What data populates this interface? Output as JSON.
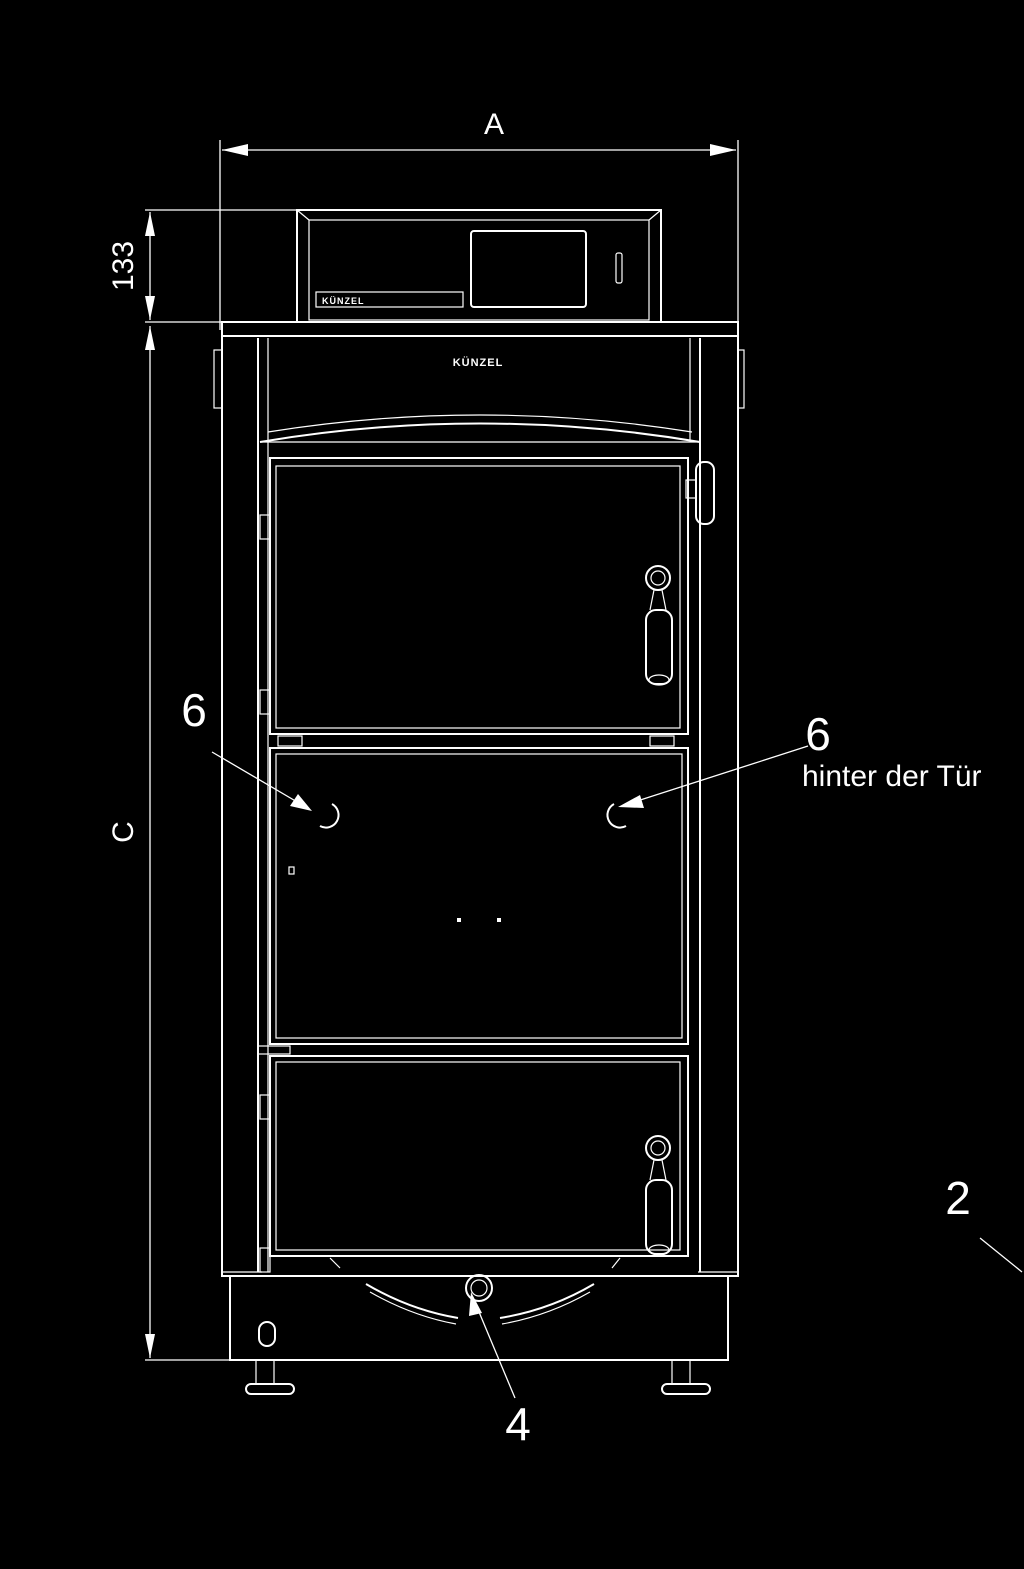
{
  "dimensions": {
    "width_label": "A",
    "top_height_label": "133",
    "body_height_label": "C"
  },
  "brand": {
    "panel_text": "KÜNZEL",
    "body_text": "KÜNZEL"
  },
  "callouts": {
    "left_6": "6",
    "right_6": "6",
    "right_6_note": "hinter der Tür",
    "bottom_4": "4",
    "side_2": "2"
  }
}
